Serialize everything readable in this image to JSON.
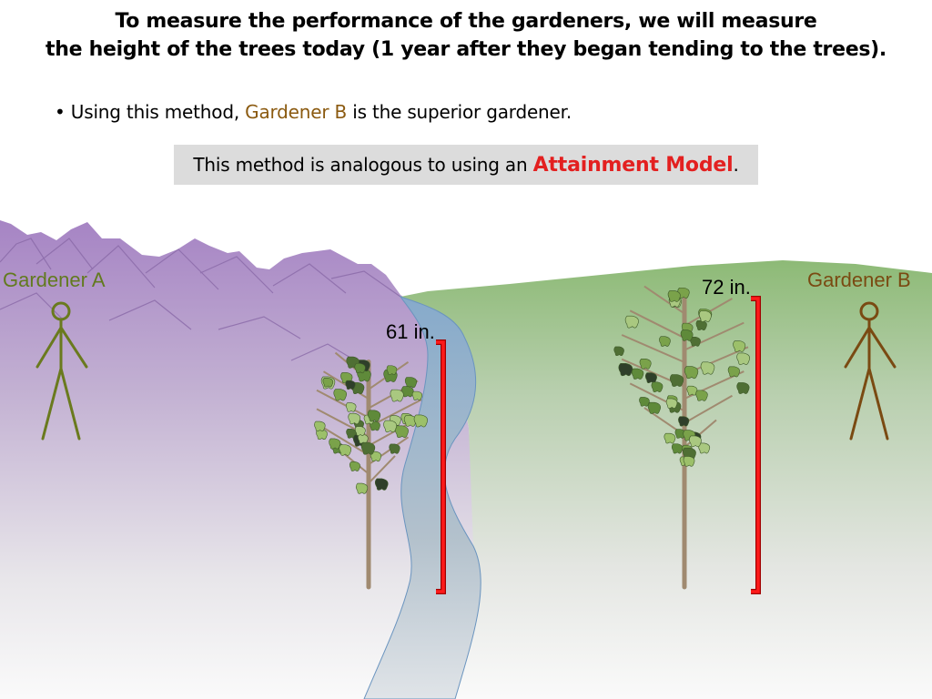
{
  "title": {
    "line1": "To measure the performance of the gardeners, we will measure",
    "line2": "the height of the trees today (1 year after they began tending to the trees)."
  },
  "bullet": {
    "marker": "•",
    "prefix": "Using this method, ",
    "highlight": "Gardener B",
    "suffix": " is the superior gardener."
  },
  "callout": {
    "prefix": "This method is analogous to using an ",
    "highlight": "Attainment Model",
    "suffix": "."
  },
  "gardeners": {
    "a": {
      "name": "Gardener A",
      "color": "#627a1e"
    },
    "b": {
      "name": "Gardener B",
      "color": "#7a4a12"
    }
  },
  "trees": {
    "a": {
      "height_label": "61 in.",
      "height": 61
    },
    "b": {
      "height_label": "72 in.",
      "height": 72
    }
  },
  "colors": {
    "mountains": "#a98ac6",
    "hill": "#8fba7a",
    "river": "#8fb0cc",
    "bracket": "#e31212",
    "highlight_gold": "#8b5a10",
    "highlight_red": "#e32020",
    "callout_bg": "#dcdcdc"
  }
}
